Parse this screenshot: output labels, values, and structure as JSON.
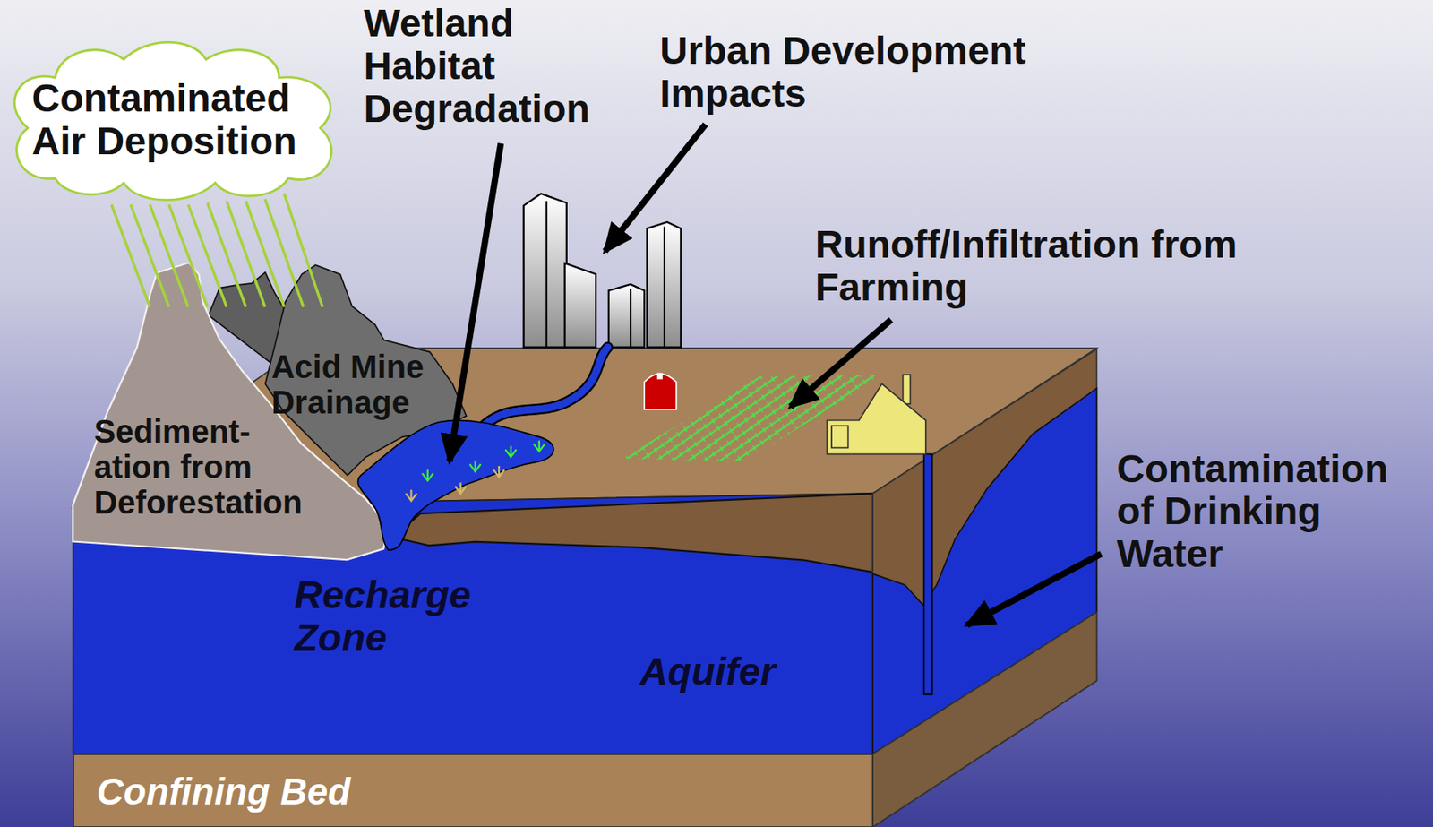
{
  "diagram": {
    "nodes": [
      {
        "text": [
          "Contaminated Air Deposition"
        ]
      },
      {
        "text": [
          "Acid Mine Drainage"
        ]
      },
      {
        "text": [
          "Sediment- ation from Deforestation"
        ]
      },
      {
        "text": [
          "Confining Bed"
        ]
      }
    ],
    "labels": [
      "Wetland Habitat Degradation",
      "Urban Development Impacts",
      "Runoff/Infiltration from Farming",
      "Contamination of Drinking Water",
      "Recharge Zone",
      "Aquifer"
    ]
  }
}
